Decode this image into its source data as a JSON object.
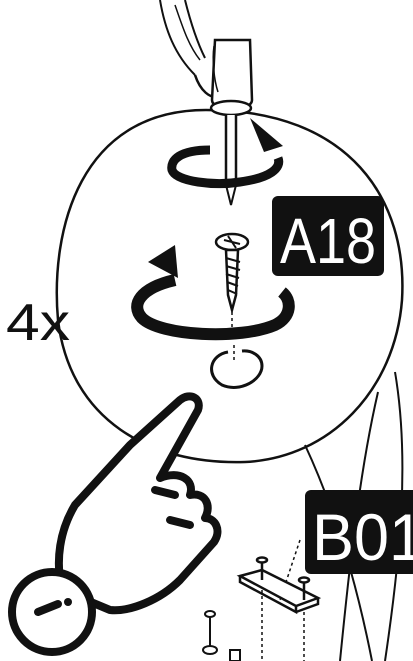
{
  "labels": {
    "quantity": "4x",
    "part_screw": "A18",
    "part_bracket": "B01"
  },
  "colors": {
    "ink": "#111111",
    "background": "#ffffff",
    "tag_fill": "#111111",
    "tag_text": "#ffffff"
  },
  "icons": {
    "hand": "hand-pointing-icon",
    "screwdriver": "screwdriver-icon",
    "screw": "screw-icon",
    "rotate": "rotate-clockwise-icon",
    "minus_badge": "minus-icon"
  }
}
